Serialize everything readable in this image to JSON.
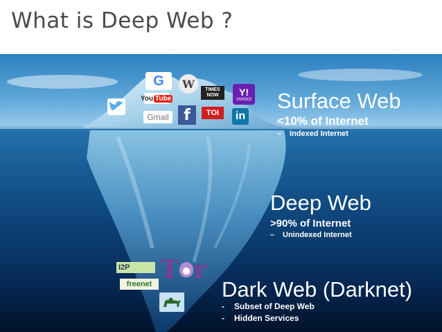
{
  "header": {
    "title": "What is Deep Web ?"
  },
  "surface": {
    "heading": "Surface Web",
    "line1": "<10% of Internet",
    "line2_bullet": "–",
    "line2": "Indexed Internet"
  },
  "deep": {
    "heading": "Deep Web",
    "line1": ">90% of Internet",
    "line2_bullet": "–",
    "line2": "Unindexed Internet"
  },
  "dark": {
    "heading": "Dark Web (Darknet)",
    "line1_bullet": "-",
    "line1": "Subset of Deep Web",
    "line2_bullet": "-",
    "line2": "Hidden Services"
  },
  "logos": {
    "google": "G",
    "wikipedia": "W",
    "times_1": "TIMES",
    "times_2": "NOW",
    "yahoo": "Y!",
    "yahoo_small": "YAHOO!",
    "youtube_1": "You",
    "youtube_2": "Tube",
    "gmail": "Gmail",
    "facebook": "f",
    "toi": "TOI",
    "linkedin": "in",
    "i2p": "I2P",
    "freenet": "freenet",
    "tor_t": "T",
    "tor_r": "r"
  },
  "icons": {
    "twitter": "twitter-bird",
    "camel": "camel"
  },
  "colors": {
    "sky_top": "#2a86c4",
    "sky_bottom": "#8fc4e6",
    "water_top": "#1e5f96",
    "water_bottom": "#031a3a",
    "text": "#ffffff",
    "title": "#4a4a4a"
  }
}
